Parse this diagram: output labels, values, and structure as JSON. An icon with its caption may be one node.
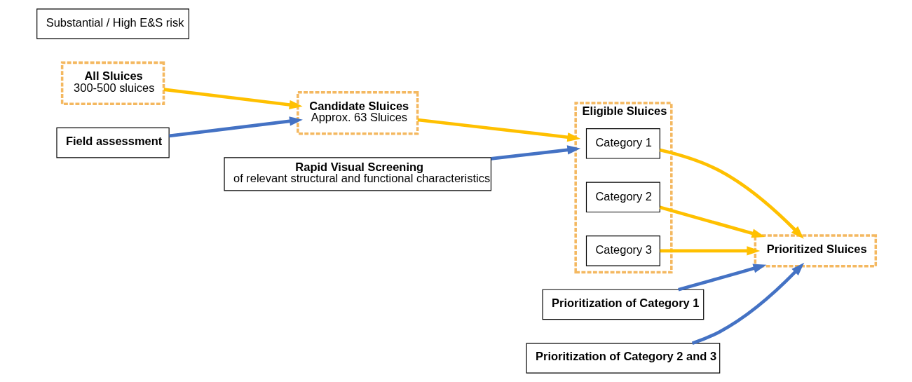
{
  "diagram": {
    "nodes": [
      {
        "text": [
          "All Sluices",
          "300-500 sluices"
        ]
      },
      {
        "text": [
          "Candidate Sluices",
          "Approx. 63 Sluices"
        ]
      },
      {
        "text": [
          "Eligible Sluices"
        ]
      },
      {
        "text": [
          "Category 1"
        ],
        "in": 2
      },
      {
        "text": [
          "Category 2"
        ],
        "in": 2
      },
      {
        "text": [
          "Category 3"
        ],
        "in": 2
      },
      {
        "text": [
          "Prioritized Sluices"
        ]
      },
      {
        "text": [
          "Prioritization of Category 1"
        ]
      },
      {
        "text": [
          "Field assessment"
        ]
      },
      {
        "text": [
          "Rapid Visual Screening",
          "of relevant structural and functional characteristics"
        ]
      },
      {
        "text": [
          "Prioritization of Category 2 and 3"
        ]
      },
      {
        "text": [
          "Substantial / High E&S risk"
        ]
      }
    ],
    "edges": [
      {
        "from": 0,
        "to": 1,
        "arrow": "to"
      },
      {
        "from": 1,
        "to": 2,
        "arrow": "to"
      },
      {
        "from": 3,
        "to": 6,
        "arrow": "to"
      },
      {
        "from": 4,
        "to": 6,
        "arrow": "to"
      },
      {
        "from": 5,
        "to": 6,
        "arrow": "to"
      },
      {
        "from": 8,
        "to": 1,
        "arrow": "to",
        "color": "#4472c4"
      },
      {
        "from": 9,
        "to": 2,
        "arrow": "to",
        "color": "#4472c4"
      },
      {
        "from": 7,
        "to": 6,
        "arrow": "to",
        "color": "#4472c4"
      },
      {
        "from": 10,
        "to": 6,
        "arrow": "to",
        "color": "#4472c4"
      }
    ]
  }
}
